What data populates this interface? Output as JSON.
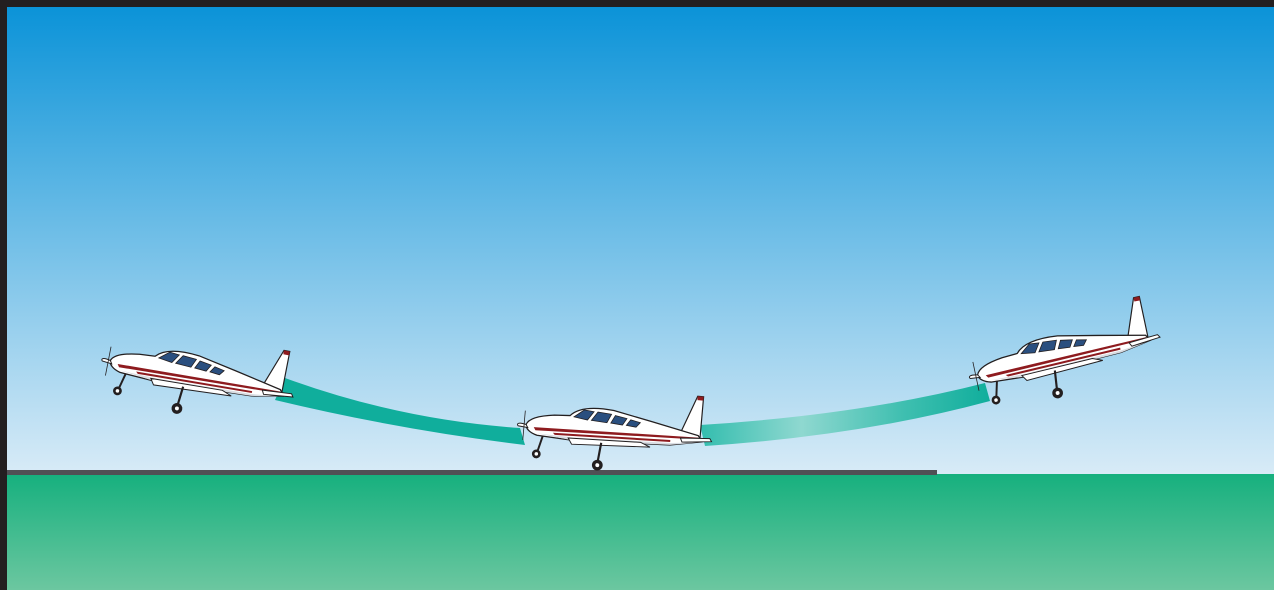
{
  "scene": {
    "colors": {
      "frame": "#231f20",
      "sky_top": "#0b93d8",
      "sky_bottom": "#d8ebf7",
      "ground_top": "#16b07e",
      "ground_bottom": "#6cc7a0",
      "runway": "#505055",
      "path": "#10ae9c",
      "path_light": "#8fd8d0",
      "fuselage": "#ffffff",
      "stripe": "#8e1b1f",
      "windows": "#2a4f7f",
      "outline": "#231f20"
    },
    "airplanes": [
      {
        "name": "airplane-left",
        "icon": "airplane-icon"
      },
      {
        "name": "airplane-middle",
        "icon": "airplane-icon"
      },
      {
        "name": "airplane-right",
        "icon": "airplane-icon"
      }
    ]
  }
}
